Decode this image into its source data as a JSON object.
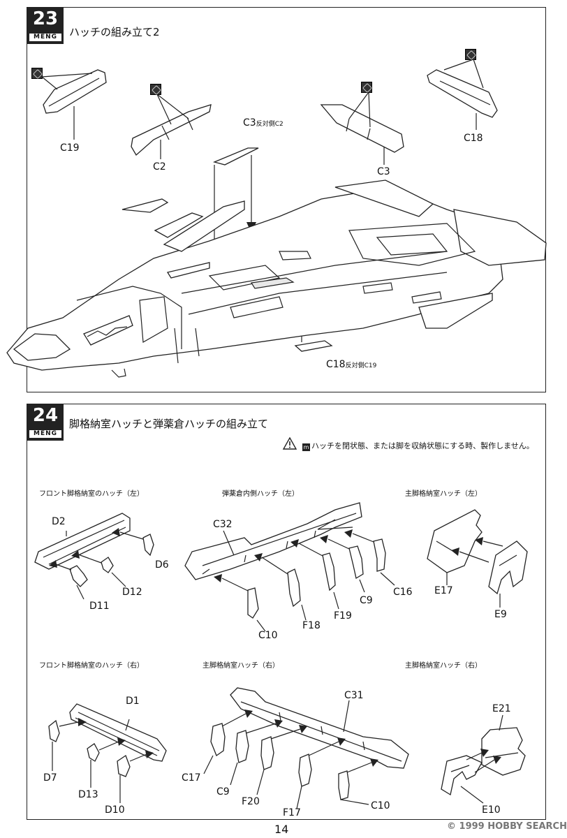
{
  "brand": "MENG",
  "step23": {
    "number": "23",
    "title": "ハッチの組み立て2",
    "parts": {
      "c19": "C19",
      "c2": "C2",
      "c3": "C3",
      "c18": "C18",
      "c3_main": "C3",
      "c3_opp": "反対側C2",
      "c18_main": "C18",
      "c18_opp": "反対側C19"
    }
  },
  "step24": {
    "number": "24",
    "title": "脚格納室ハッチと弾薬倉ハッチの組み立て",
    "note_mark": "m",
    "note": "ハッチを閉状態、または脚を収納状態にする時、製作しません。",
    "sections": {
      "front_left": "フロント脚格納室のハッチ（左）",
      "bay_left": "弾薬倉内側ハッチ（左）",
      "main_left": "主脚格納室ハッチ（左）",
      "front_right": "フロント脚格納室のハッチ（右）",
      "main_right_1": "主脚格納室ハッチ（右）",
      "main_right_2": "主脚格納室ハッチ（右）"
    },
    "parts": {
      "d2": "D2",
      "d6": "D6",
      "d12": "D12",
      "d11": "D11",
      "c32": "C32",
      "c16": "C16",
      "c9a": "C9",
      "f19": "F19",
      "f18": "F18",
      "c10a": "C10",
      "e17": "E17",
      "e9": "E9",
      "d1": "D1",
      "d7": "D7",
      "d13": "D13",
      "d10": "D10",
      "c31": "C31",
      "c17": "C17",
      "c9b": "C9",
      "f20": "F20",
      "f17": "F17",
      "c10b": "C10",
      "e21": "E21",
      "e10": "E10"
    }
  },
  "page_number": "14",
  "watermark": "© 1999 HOBBY SEARCH"
}
